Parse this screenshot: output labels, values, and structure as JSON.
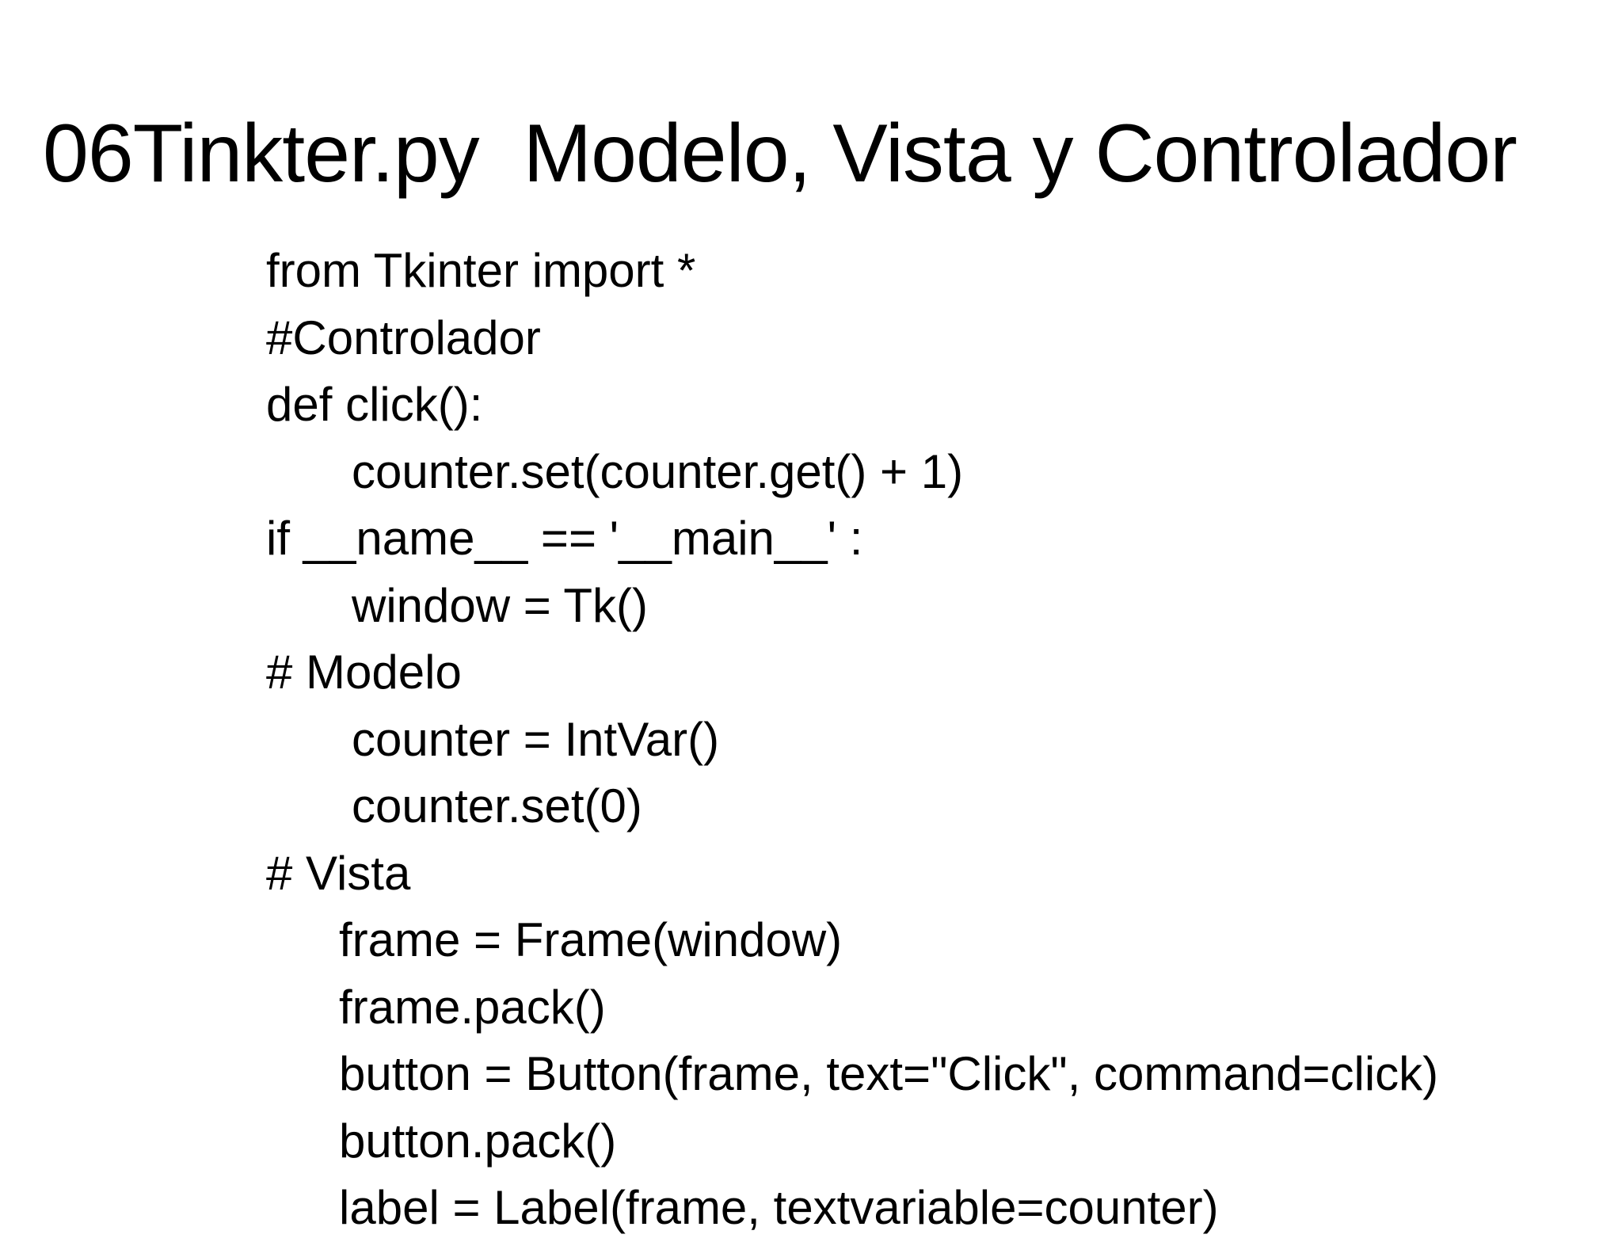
{
  "slide": {
    "title": "06Tinkter.py  Modelo, Vista y Controlador",
    "code_lines": [
      "from Tkinter import *",
      "#Controlador",
      "def click():",
      "counter.set(counter.get() + 1)",
      "if __name__ == '__main__' :",
      "window = Tk()",
      "# Modelo",
      "counter = IntVar()",
      "counter.set(0)",
      "# Vista",
      "frame = Frame(window)",
      "frame.pack()",
      "button = Button(frame, text=\"Click\", command=click)",
      "button.pack()",
      "label = Label(frame, textvariable=counter)"
    ]
  }
}
